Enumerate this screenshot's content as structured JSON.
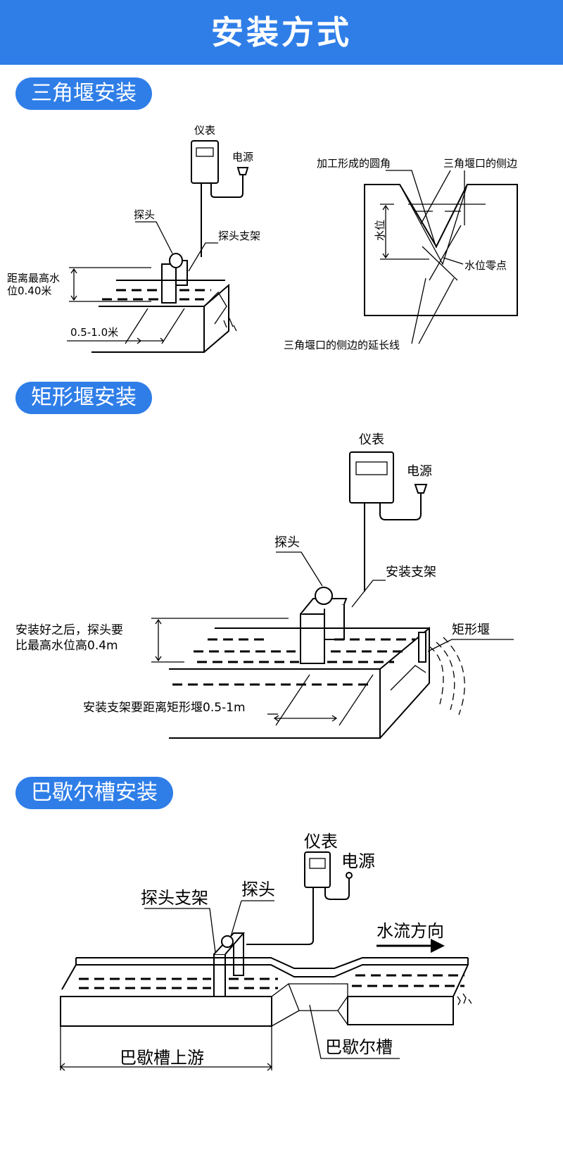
{
  "header": {
    "title": "安装方式"
  },
  "sections": {
    "triangle": {
      "title": "三角堰安装",
      "meter": "仪表",
      "power": "电源",
      "probe": "探头",
      "bracket": "探头支架",
      "height_note_1": "距离最高水",
      "height_note_2": "位0.40米",
      "distance": "0.5-1.0米",
      "detail": {
        "round_corner": "加工形成的圆角",
        "side": "三角堰口的侧边",
        "water_level": "水位",
        "zero_point": "水位零点",
        "extension": "三角堰口的侧边的延长线"
      }
    },
    "rectangle": {
      "title": "矩形堰安装",
      "meter": "仪表",
      "power": "电源",
      "probe": "探头",
      "bracket": "安装支架",
      "weir": "矩形堰",
      "height_note_1": "安装好之后，探头要",
      "height_note_2": "比最高水位高0.4m",
      "distance": "安装支架要距离矩形堰0.5-1m"
    },
    "parshall": {
      "title": "巴歇尔槽安装",
      "meter": "仪表",
      "power": "电源",
      "bracket": "探头支架",
      "probe": "探头",
      "flow": "水流方向",
      "upstream": "巴歇槽上游",
      "flume": "巴歇尔槽"
    }
  },
  "colors": {
    "accent": "#2f7ee8",
    "banner_text": "#ffffff"
  }
}
